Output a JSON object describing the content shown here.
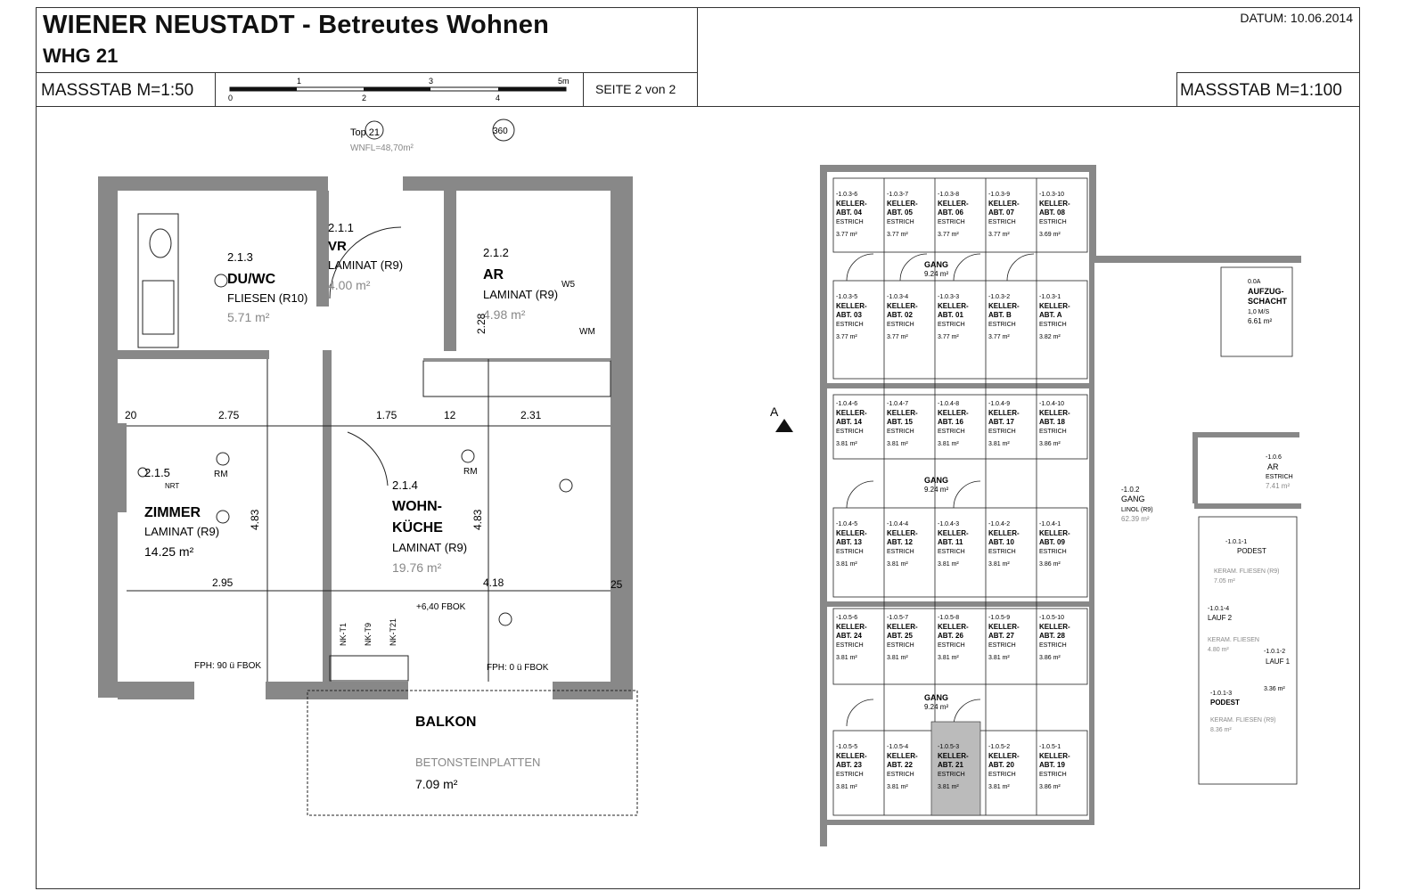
{
  "header": {
    "title": "WIENER NEUSTADT - Betreutes Wohnen",
    "subtitle": "WHG 21",
    "date": "DATUM: 10.06.2014",
    "scale_left": "MASSSTAB M=1:50",
    "scale_right": "MASSSTAB M=1:100",
    "page": "SEITE 2 von 2",
    "scalebar_ticks_top": [
      "1",
      "3",
      "5m"
    ],
    "scalebar_ticks_bottom": [
      "0",
      "2",
      "4"
    ]
  },
  "left_plan": {
    "unit": {
      "top": "Top 21",
      "wnfl": "WNFL=48,70m²"
    },
    "rooms": [
      {
        "id": "2.1.3",
        "name": "DU/WC",
        "floor": "FLIESEN (R10)",
        "area": "5.71 m²"
      },
      {
        "id": "2.1.1",
        "name": "VR",
        "floor": "LAMINAT (R9)",
        "area": "4.00 m²"
      },
      {
        "id": "2.1.2",
        "name": "AR",
        "floor": "LAMINAT (R9)",
        "area": "4.98 m²"
      },
      {
        "id": "2.1.5",
        "name": "ZIMMER",
        "floor": "LAMINAT (R9)",
        "area": "14.25 m²"
      },
      {
        "id": "2.1.4",
        "name": "WOHN-KÜCHE",
        "name_line1": "WOHN-",
        "name_line2": "KÜCHE",
        "floor": "LAMINAT (R9)",
        "area": "19.76 m²"
      },
      {
        "name": "BALKON",
        "floor": "BETONSTEINPLATTEN",
        "area": "7.09 m²"
      }
    ],
    "dimensions": [
      "2.75",
      "1.75",
      "2.31",
      "2.95",
      "4.18",
      "4.83",
      "4.83",
      "2.28",
      "20",
      "12",
      "25"
    ],
    "labels": [
      "RM",
      "W5",
      "WM",
      "NRT",
      "FPH: 90 ü FBOK",
      "FPH: 0 ü FBOK",
      "+6,40 FBOK",
      "NK-T1",
      "NK-T9",
      "NK-T21",
      "360"
    ]
  },
  "right_plan": {
    "cellars": [
      {
        "no": "-1.0.3-6",
        "name": "KELLER-ABT. 04",
        "area": "3.77 m²"
      },
      {
        "no": "-1.0.3-7",
        "name": "KELLER-ABT. 05",
        "area": "3.77 m²"
      },
      {
        "no": "-1.0.3-8",
        "name": "KELLER-ABT. 06",
        "area": "3.77 m²"
      },
      {
        "no": "-1.0.3-9",
        "name": "KELLER-ABT. 07",
        "area": "3.77 m²"
      },
      {
        "no": "-1.0.3-10",
        "name": "KELLER-ABT. 08",
        "area": "3.69 m²"
      },
      {
        "no": "-1.0.3-5",
        "name": "KELLER-ABT. 03",
        "area": "3.77 m²"
      },
      {
        "no": "-1.0.3-4",
        "name": "KELLER-ABT. 02",
        "area": "3.77 m²"
      },
      {
        "no": "-1.0.3-3",
        "name": "KELLER-ABT. 01",
        "area": "3.77 m²"
      },
      {
        "no": "-1.0.3-2",
        "name": "KELLER-ABT. B",
        "area": "3.77 m²"
      },
      {
        "no": "-1.0.3-1",
        "name": "KELLER-ABT. A",
        "area": "3.82 m²"
      },
      {
        "no": "-1.0.4-6",
        "name": "KELLER-ABT. 14",
        "area": "3.81 m²"
      },
      {
        "no": "-1.0.4-7",
        "name": "KELLER-ABT. 15",
        "area": "3.81 m²"
      },
      {
        "no": "-1.0.4-8",
        "name": "KELLER-ABT. 16",
        "area": "3.81 m²"
      },
      {
        "no": "-1.0.4-9",
        "name": "KELLER-ABT. 17",
        "area": "3.81 m²"
      },
      {
        "no": "-1.0.4-10",
        "name": "KELLER-ABT. 18",
        "area": "3.86 m²"
      },
      {
        "no": "-1.0.4-5",
        "name": "KELLER-ABT. 13",
        "area": "3.81 m²"
      },
      {
        "no": "-1.0.4-4",
        "name": "KELLER-ABT. 12",
        "area": "3.81 m²"
      },
      {
        "no": "-1.0.4-3",
        "name": "KELLER-ABT. 11",
        "area": "3.81 m²"
      },
      {
        "no": "-1.0.4-2",
        "name": "KELLER-ABT. 10",
        "area": "3.81 m²"
      },
      {
        "no": "-1.0.4-1",
        "name": "KELLER-ABT. 09",
        "area": "3.86 m²"
      },
      {
        "no": "-1.0.5-6",
        "name": "KELLER-ABT. 24",
        "area": "3.81 m²"
      },
      {
        "no": "-1.0.5-7",
        "name": "KELLER-ABT. 25",
        "area": "3.81 m²"
      },
      {
        "no": "-1.0.5-8",
        "name": "KELLER-ABT. 26",
        "area": "3.81 m²"
      },
      {
        "no": "-1.0.5-9",
        "name": "KELLER-ABT. 27",
        "area": "3.81 m²"
      },
      {
        "no": "-1.0.5-10",
        "name": "KELLER-ABT. 28",
        "area": "3.86 m²"
      },
      {
        "no": "-1.0.5-5",
        "name": "KELLER-ABT. 23",
        "area": "3.81 m²"
      },
      {
        "no": "-1.0.5-4",
        "name": "KELLER-ABT. 22",
        "area": "3.81 m²"
      },
      {
        "no": "-1.0.5-3",
        "name": "KELLER-ABT. 21",
        "area": "3.81 m²"
      },
      {
        "no": "-1.0.5-2",
        "name": "KELLER-ABT. 20",
        "area": "3.81 m²"
      },
      {
        "no": "-1.0.5-1",
        "name": "KELLER-ABT. 19",
        "area": "3.86 m²"
      }
    ],
    "material": "ESTRICH",
    "corridors": [
      {
        "name": "GANG",
        "area": "9.24 m²"
      },
      {
        "name": "GANG",
        "area": "9.24 m²"
      },
      {
        "name": "GANG",
        "area": "9.24 m²"
      }
    ],
    "other_rooms": [
      {
        "no": "0.0A",
        "name": "AUFZUG-SCHACHT",
        "line1": "AUFZUG-",
        "line2": "SCHACHT",
        "floor": "1,0 M/S",
        "area": "6.61 m²"
      },
      {
        "no": "-1.0.6",
        "name": "AR",
        "floor": "ESTRICH",
        "area": "7.41 m²"
      },
      {
        "no": "-1.0.2",
        "name": "GANG",
        "floor": "LINOL (R9)",
        "area": "62.39 m²"
      },
      {
        "no": "-1.0.1-1",
        "name": "PODEST",
        "floor": "KERAM. FLIESEN (R9)",
        "area": "7.05 m²"
      },
      {
        "no": "-1.0.1-4",
        "name": "LAUF 2",
        "floor": "KERAM. FLIESEN",
        "area": "4.80 m²"
      },
      {
        "no": "-1.0.1-2",
        "name": "LAUF 1",
        "area": "3.36 m²"
      },
      {
        "no": "-1.0.1-3",
        "name": "PODEST",
        "floor": "KERAM. FLIESEN (R9)",
        "area": "8.36 m²"
      }
    ],
    "section_mark": "A"
  }
}
